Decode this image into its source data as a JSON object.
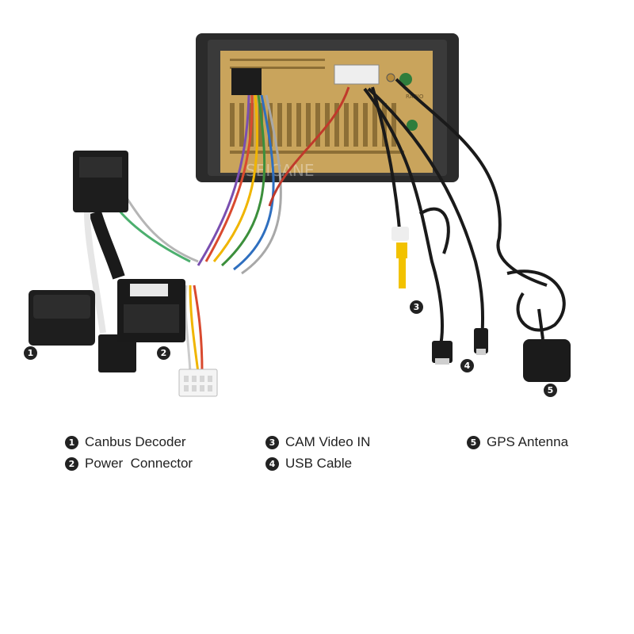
{
  "watermark": "SEICANE",
  "callouts": [
    "1",
    "2",
    "3",
    "4",
    "5"
  ],
  "legend": [
    {
      "num": "1",
      "label": "Canbus Decoder"
    },
    {
      "num": "2",
      "label": "Power  Connector"
    },
    {
      "num": "3",
      "label": "CAM Video IN"
    },
    {
      "num": "4",
      "label": "USB Cable"
    },
    {
      "num": "5",
      "label": "GPS Antenna"
    }
  ],
  "unit_label": "RADIO",
  "colors": {
    "bezel": "#2b2b2b",
    "back_panel": "#c9a45c",
    "cable": "#1a1a1a",
    "rca_yellow": "#f2c200",
    "connector_white": "#f4f4f4"
  }
}
